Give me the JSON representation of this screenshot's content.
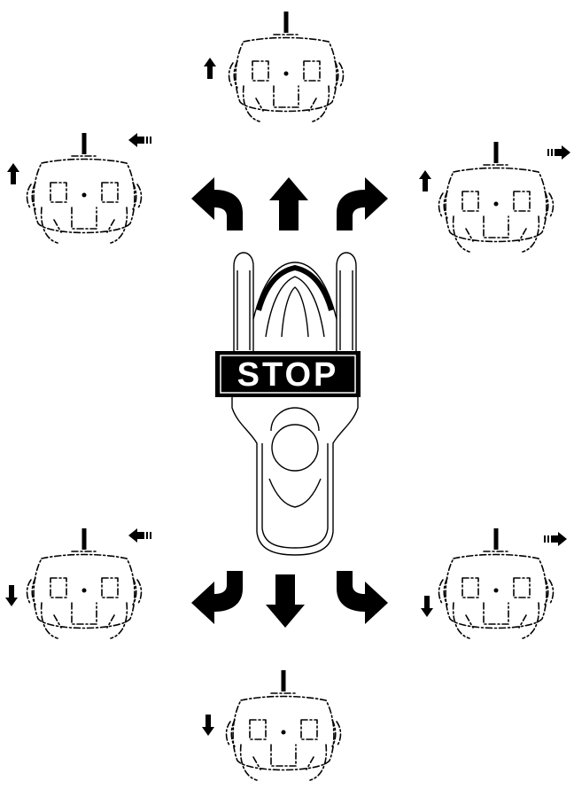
{
  "stop_label": "STOP",
  "colors": {
    "ink": "#000000",
    "paper": "#ffffff"
  },
  "controllers": [
    {
      "position": "top",
      "motion": "forward",
      "left_stick": "up",
      "right_stick": "neutral"
    },
    {
      "position": "upper-left",
      "motion": "forward-left",
      "left_stick": "up",
      "right_stick": "left"
    },
    {
      "position": "upper-right",
      "motion": "forward-right",
      "left_stick": "up",
      "right_stick": "right"
    },
    {
      "position": "lower-left",
      "motion": "backward-left",
      "left_stick": "down",
      "right_stick": "left"
    },
    {
      "position": "lower-right",
      "motion": "backward-right",
      "left_stick": "down",
      "right_stick": "right"
    },
    {
      "position": "bottom",
      "motion": "backward",
      "left_stick": "down",
      "right_stick": "neutral"
    }
  ],
  "center_arrows": [
    "turn-left-forward",
    "forward",
    "turn-right-forward",
    "turn-left-backward",
    "backward",
    "turn-right-backward"
  ],
  "icons": [
    "controller-icon",
    "arrow-up-icon",
    "arrow-down-icon",
    "arrow-left-icon",
    "arrow-right-icon",
    "curved-arrow-icon",
    "device-icon"
  ]
}
